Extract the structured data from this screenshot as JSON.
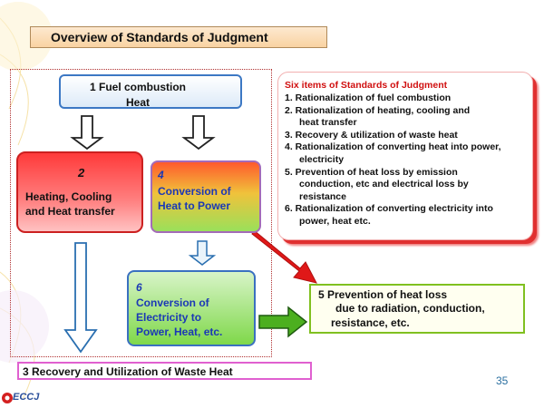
{
  "title": "Overview of Standards of Judgment",
  "fuel": {
    "line1": "1  Fuel combustion",
    "line2": "Heat"
  },
  "heating": {
    "num": "2",
    "line1": "Heating, Cooling",
    "line2": "and Heat transfer"
  },
  "conversion": {
    "num": "4",
    "line1": "Conversion of",
    "line2": "Heat to Power"
  },
  "electricity": {
    "num": "6",
    "line1": "Conversion of",
    "line2": "Electricity to",
    "line3": "Power, Heat, etc."
  },
  "six_items": {
    "heading": "Six items of Standards of Judgment",
    "lines": [
      "1. Rationalization of fuel combustion",
      "2. Rationalization of heating, cooling and",
      "heat transfer",
      "3. Recovery & utilization of waste heat",
      "4. Rationalization of converting heat into power,",
      "electricity",
      "5. Prevention of heat loss by emission",
      "conduction, etc and electrical loss by",
      "resistance",
      "6. Rationalization of converting electricity into",
      "power, heat etc."
    ]
  },
  "prevention": {
    "line1": "5  Prevention of heat loss",
    "line2": "due to radiation, conduction,",
    "line3": "resistance, etc."
  },
  "waste": "3  Recovery and Utilization of Waste Heat",
  "page_number": "35",
  "logo_text": "ECCJ",
  "colors": {
    "red_arrow": "#e01818",
    "green_arrow": "#4caf1f",
    "blue_outline": "#2a6fb0"
  }
}
